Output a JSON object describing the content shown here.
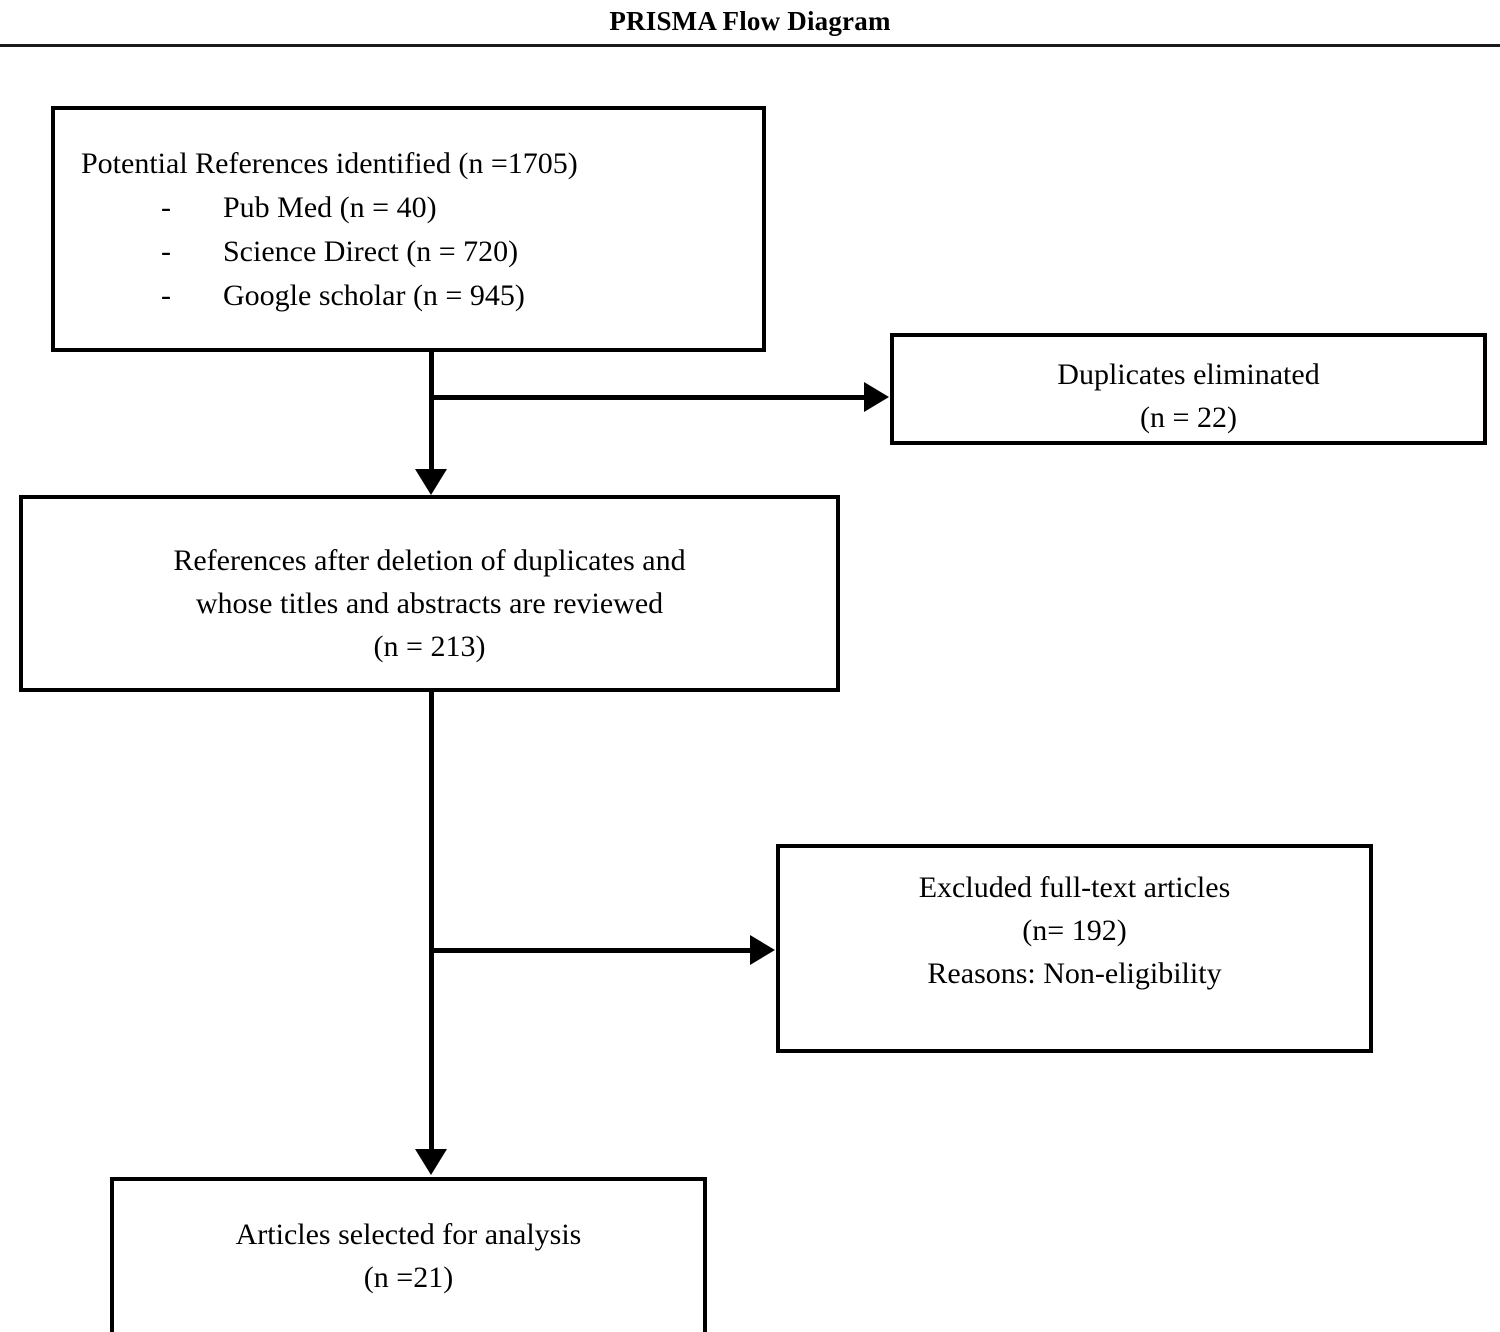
{
  "header": {
    "title": "PRISMA Flow Diagram"
  },
  "chart_data": {
    "type": "diagram",
    "title": "PRISMA Flow Diagram",
    "nodes": [
      {
        "id": "identification",
        "label": "Potential References identified (n =1705)",
        "count": 1705,
        "sources": [
          {
            "dash": "-",
            "label": "Pub Med (n = 40)",
            "name": "Pub Med",
            "count": 40
          },
          {
            "dash": "-",
            "label": "Science Direct (n = 720)",
            "name": "Science Direct",
            "count": 720
          },
          {
            "dash": "-",
            "label": "Google scholar (n = 945)",
            "name": "Google scholar",
            "count": 945
          }
        ]
      },
      {
        "id": "duplicates",
        "line1": "Duplicates eliminated",
        "line2": "(n = 22)",
        "count": 22
      },
      {
        "id": "screened",
        "line1": "References after deletion of duplicates and",
        "line2": "whose titles and abstracts are reviewed",
        "line3": "(n = 213)",
        "count": 213
      },
      {
        "id": "excluded",
        "line1": "Excluded full-text articles",
        "line2": "(n= 192)",
        "line3": "Reasons: Non-eligibility",
        "count": 192
      },
      {
        "id": "included",
        "line1": "Articles selected for analysis",
        "line2": "(n =21)",
        "count": 21
      }
    ],
    "edges": [
      {
        "from": "identification",
        "to": "screened",
        "direction": "down"
      },
      {
        "from": "identification",
        "to": "duplicates",
        "direction": "right"
      },
      {
        "from": "screened",
        "to": "included",
        "direction": "down"
      },
      {
        "from": "screened",
        "to": "excluded",
        "direction": "right"
      }
    ],
    "colors": {
      "stroke": "#000000",
      "background": "#ffffff",
      "text": "#000000"
    }
  }
}
